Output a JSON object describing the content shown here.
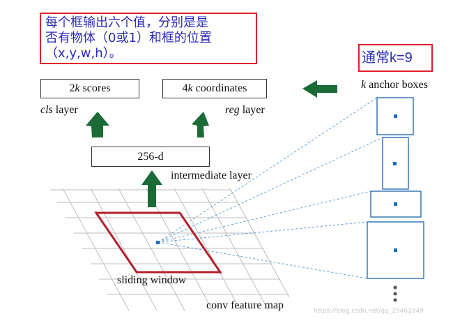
{
  "annotation_main": {
    "line1": "每个框输出六个值，分别是是",
    "line2": "否有物体（0或1）和框的位置",
    "line3": "（x,y,w,h）。"
  },
  "annotation_k": "通常k=9",
  "scores_box": {
    "k": "2",
    "k_var": "k",
    "rest": " scores"
  },
  "coords_box": {
    "k": "4",
    "k_var": "k",
    "rest": " coordinates"
  },
  "cls_label": {
    "var": "cls",
    "rest": " layer"
  },
  "reg_label": {
    "var": "reg",
    "rest": " layer"
  },
  "intermediate_box": "256-d",
  "intermediate_label": "intermediate layer",
  "anchor_label": {
    "var": "k",
    "rest": " anchor boxes"
  },
  "sliding_window_label": "sliding window",
  "feature_map_label": "conv feature map",
  "watermark": "https://blog.csdn.net/qq_29462849",
  "colors": {
    "arrow": "#1a6b36",
    "annotation_text": "#2a2ab8",
    "annotation_border": "#e0202a",
    "sliding_window": "#b3202a",
    "anchor_box": "#2a6fb0",
    "center_dot": "#1a6fc0"
  }
}
